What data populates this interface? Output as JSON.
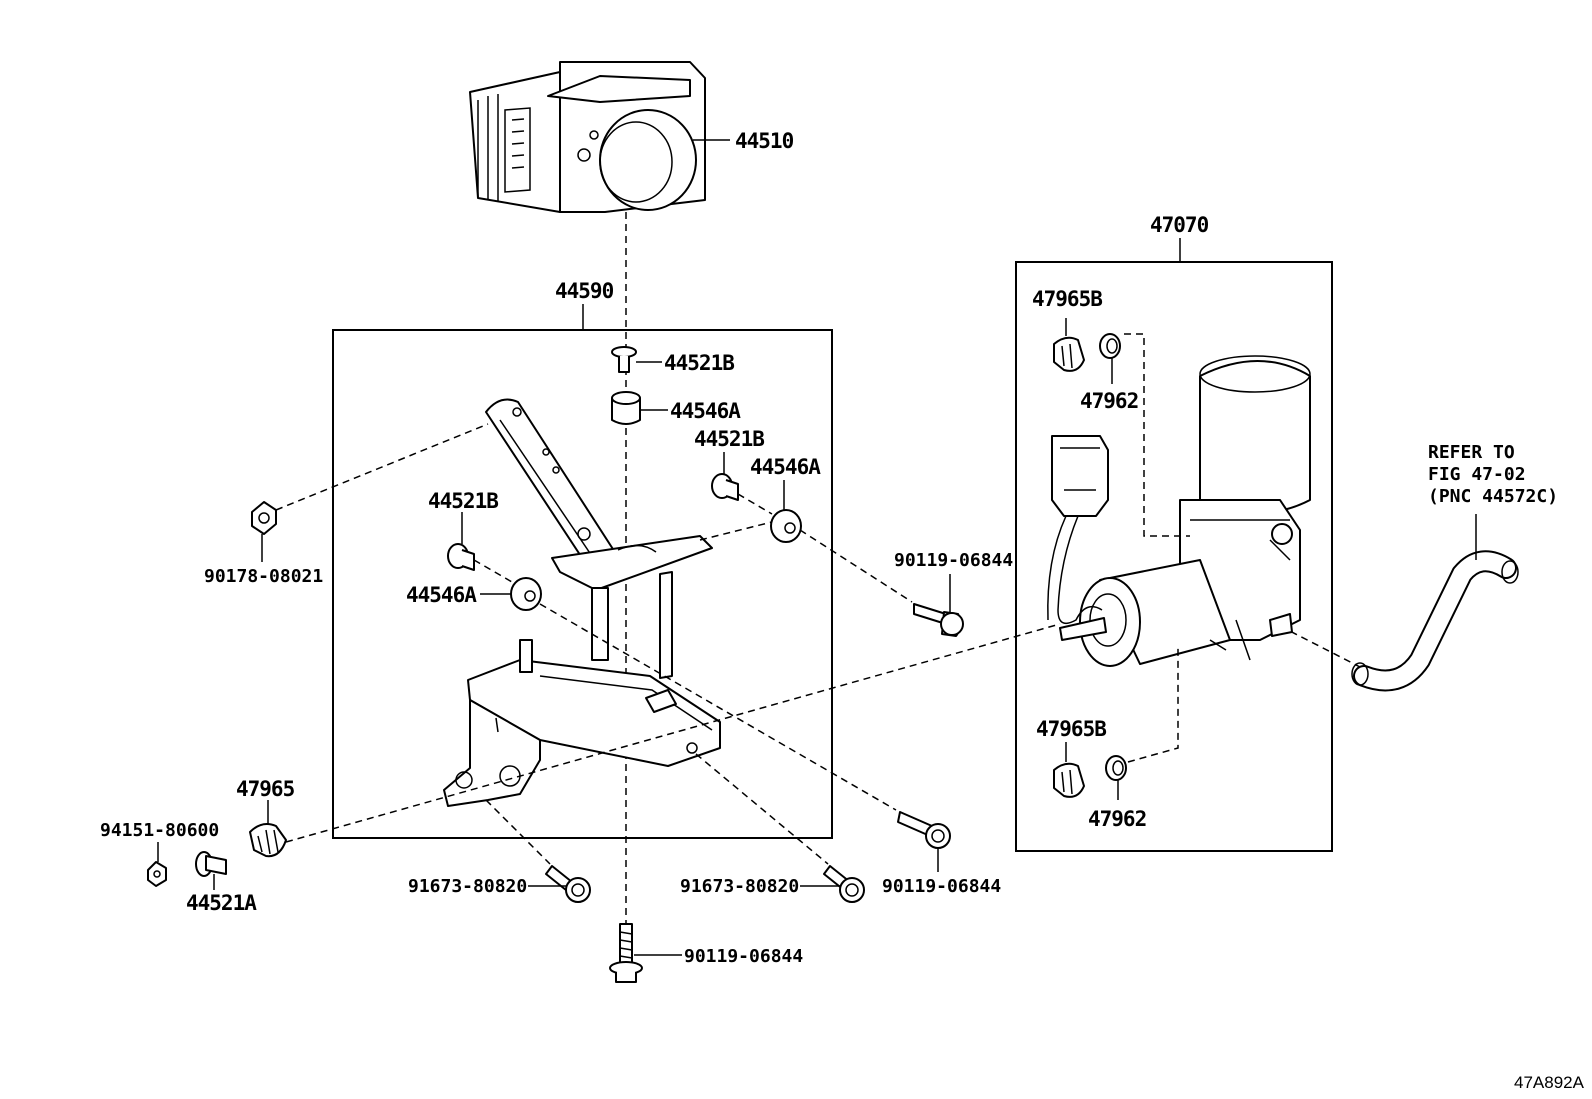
{
  "labels": {
    "actuator": "44510",
    "bracket_assy": "44590",
    "pump_assy": "47070",
    "cushion_b_top": "44521B",
    "insulator_a_top": "44546A",
    "cushion_b_right": "44521B",
    "insulator_a_right": "44546A",
    "cushion_b_left": "44521B",
    "insulator_a_left": "44546A",
    "nut_left": "90178-08021",
    "bolt_right_upper": "90119-06844",
    "bolt_right_lower": "90119-06844",
    "bolt_bottom": "90119-06844",
    "bolt_bottom_left": "91673-80820",
    "bolt_bottom_mid": "91673-80820",
    "insulator_47965": "47965",
    "nut_94151": "94151-80600",
    "collar_44521a": "44521A",
    "pump_insulator_top": "47965B",
    "pump_ring_top": "47962",
    "pump_insulator_bottom": "47965B",
    "pump_ring_bottom": "47962"
  },
  "refer": {
    "line1": "REFER TO",
    "line2": "FIG 47-02",
    "line3": "(PNC 44572C)"
  },
  "figure_code": "47A892A"
}
